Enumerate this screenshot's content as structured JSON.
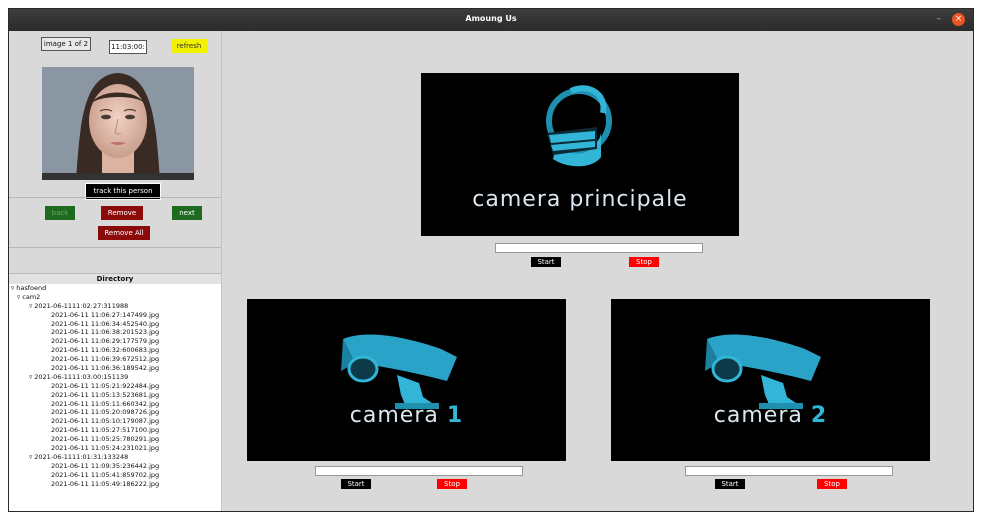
{
  "window": {
    "title": "Amoung Us"
  },
  "viewer": {
    "image_counter": "image 1 of 2",
    "timestamp": "11:03:00:",
    "refresh_label": "refresh",
    "track_label": "track this person",
    "back_label": "back",
    "remove_label": "Remove",
    "next_label": "next",
    "remove_all_label": "Remove All"
  },
  "directory": {
    "header": "Directory",
    "rows": [
      {
        "indent": 0,
        "toggle": "▿",
        "label": "hasfoend"
      },
      {
        "indent": 1,
        "toggle": "▿",
        "label": "cam2"
      },
      {
        "indent": 2,
        "toggle": "▿",
        "label": "2021-06-1111:02:27:311988"
      },
      {
        "indent": 3,
        "toggle": "",
        "label": "2021-06-11 11:06:27:147499.jpg"
      },
      {
        "indent": 3,
        "toggle": "",
        "label": "2021-06-11 11:06:34:452540.jpg"
      },
      {
        "indent": 3,
        "toggle": "",
        "label": "2021-06-11 11:06:38:201523.jpg"
      },
      {
        "indent": 3,
        "toggle": "",
        "label": "2021-06-11 11:06:29:177579.jpg"
      },
      {
        "indent": 3,
        "toggle": "",
        "label": "2021-06-11 11:06:32:600683.jpg"
      },
      {
        "indent": 3,
        "toggle": "",
        "label": "2021-06-11 11:06:39:672512.jpg"
      },
      {
        "indent": 3,
        "toggle": "",
        "label": "2021-06-11 11:06:36:189542.jpg"
      },
      {
        "indent": 2,
        "toggle": "▿",
        "label": "2021-06-1111:03:00:151139"
      },
      {
        "indent": 3,
        "toggle": "",
        "label": "2021-06-11 11:05:21:922484.jpg"
      },
      {
        "indent": 3,
        "toggle": "",
        "label": "2021-06-11 11:05:13:523681.jpg"
      },
      {
        "indent": 3,
        "toggle": "",
        "label": "2021-06-11 11:05:11:660342.jpg"
      },
      {
        "indent": 3,
        "toggle": "",
        "label": "2021-06-11 11:05:20:098726.jpg"
      },
      {
        "indent": 3,
        "toggle": "",
        "label": "2021-06-11 11:05:10:179087.jpg"
      },
      {
        "indent": 3,
        "toggle": "",
        "label": "2021-06-11 11:05:27:517100.jpg"
      },
      {
        "indent": 3,
        "toggle": "",
        "label": "2021-06-11 11:05:25:780291.jpg"
      },
      {
        "indent": 3,
        "toggle": "",
        "label": "2021-06-11 11:05:24:231021.jpg"
      },
      {
        "indent": 2,
        "toggle": "▿",
        "label": "2021-06-1111:01:31:133248"
      },
      {
        "indent": 3,
        "toggle": "",
        "label": "2021-06-11 11:09:35:236442.jpg"
      },
      {
        "indent": 3,
        "toggle": "",
        "label": "2021-06-11 11:05:41:859702.jpg"
      },
      {
        "indent": 3,
        "toggle": "",
        "label": "2021-06-11 11:05:49:186222.jpg"
      }
    ]
  },
  "cameras": {
    "main": {
      "label": "camera principale",
      "start": "Start",
      "stop": "Stop"
    },
    "cam1": {
      "label_text": "camera",
      "label_num": "1",
      "start": "Start",
      "stop": "Stop"
    },
    "cam2": {
      "label_text": "camera",
      "label_num": "2",
      "start": "Start",
      "stop": "Stop"
    }
  },
  "colors": {
    "accent_cyan": "#33b5d8",
    "title_bar": "#2f2f2f",
    "close": "#e95420"
  }
}
